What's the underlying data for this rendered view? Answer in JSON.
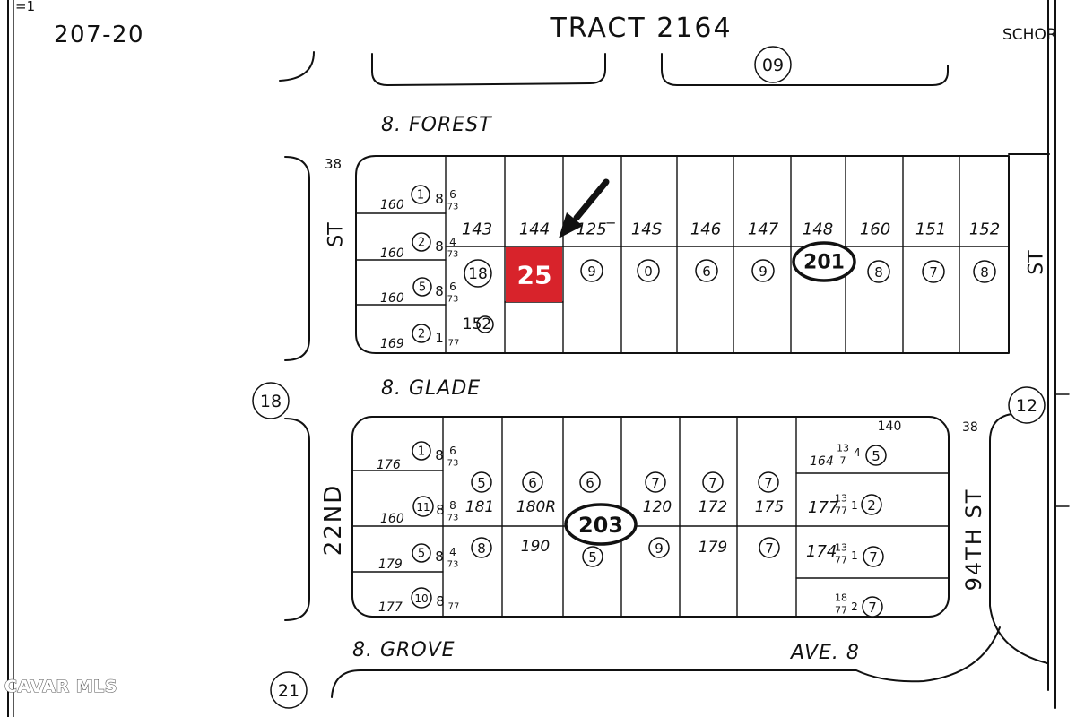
{
  "header": {
    "corner_mark": "=1",
    "map_page": "207-20",
    "tract": "TRACT 2164",
    "corner_label": "SCHOR"
  },
  "streets": {
    "forest": "8. FOREST",
    "glade": "8. GLADE",
    "grove": "8. GROVE",
    "avenue": "AVE. 8",
    "west_st": "ST",
    "east_st": "ST",
    "second_st": "22ND",
    "ninety_fourth_st": "94TH ST"
  },
  "map_refs": {
    "top": "09",
    "left": "18",
    "right": "12",
    "bottom": "21"
  },
  "block_201": {
    "block_number": "201",
    "corner_distance": "38",
    "parcel_numbers": [
      "143",
      "144",
      "125‾",
      "14S",
      "146",
      "147",
      "148",
      "160",
      "151",
      "152"
    ],
    "lot_numbers": [
      "18",
      "9",
      "0",
      "6",
      "9",
      "8",
      "7",
      "8"
    ],
    "lot_152": "152",
    "side_lots": [
      {
        "width": "160",
        "lot": "1",
        "code": "8",
        "frac_top": "6",
        "frac_bottom": "73"
      },
      {
        "width": "160",
        "lot": "2",
        "code": "8",
        "frac_top": "4",
        "frac_bottom": "73"
      },
      {
        "width": "160",
        "lot": "5",
        "code": "8",
        "frac_top": "6",
        "frac_bottom": "73"
      },
      {
        "width": "169",
        "lot": "2",
        "code": "1",
        "frac_bottom": "77"
      }
    ]
  },
  "subject_parcel": {
    "number": "25",
    "color": "#d8232b"
  },
  "block_203": {
    "block_number": "203",
    "corner_distance": "38",
    "top_label": "140",
    "top_lots": [
      "5",
      "6",
      "6",
      "7",
      "7",
      "7"
    ],
    "top_parcels": [
      "181",
      "180R",
      "120",
      "172",
      "175"
    ],
    "bottom_labels": [
      "8",
      "190",
      "5",
      "9",
      "179",
      "7"
    ],
    "side_lots": [
      {
        "width": "176",
        "lot": "1",
        "code": "8",
        "frac_top": "6",
        "frac_bottom": "73"
      },
      {
        "width": "160",
        "lot": "11",
        "code": "8",
        "frac_top": "8",
        "frac_bottom": "73"
      },
      {
        "width": "179",
        "lot": "5",
        "code": "8",
        "frac_top": "4",
        "frac_bottom": "73"
      },
      {
        "width": "177",
        "lot": "10",
        "code": "8",
        "frac_bottom": "77"
      }
    ],
    "east_lots": [
      {
        "width": "164",
        "frac_top": "13",
        "frac_bottom": "7",
        "code": "4",
        "lot": "5"
      },
      {
        "width": "177",
        "frac_top": "13",
        "frac_bottom": "77",
        "code": "1",
        "lot": "2"
      },
      {
        "width": "174",
        "frac_top": "13",
        "frac_bottom": "77",
        "code": "1",
        "lot": "7"
      },
      {
        "frac_top": "18",
        "frac_bottom": "77",
        "code": "2",
        "lot": "7"
      }
    ]
  },
  "watermark": "CAVAR MLS"
}
